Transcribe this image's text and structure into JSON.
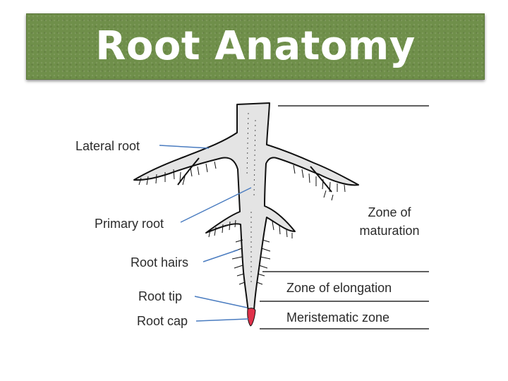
{
  "title": "Root Anatomy",
  "labels": {
    "lateral_root": "Lateral root",
    "primary_root": "Primary root",
    "root_hairs": "Root hairs",
    "root_tip": "Root tip",
    "root_cap": "Root cap"
  },
  "zones": {
    "maturation_line1": "Zone of",
    "maturation_line2": "maturation",
    "elongation": "Zone of elongation",
    "meristematic": "Meristematic zone"
  },
  "colors": {
    "banner": "#6f8f4a",
    "root_fill": "#e4e4e4",
    "root_cap": "#e0314a",
    "leader_line": "#4a7cc0"
  }
}
